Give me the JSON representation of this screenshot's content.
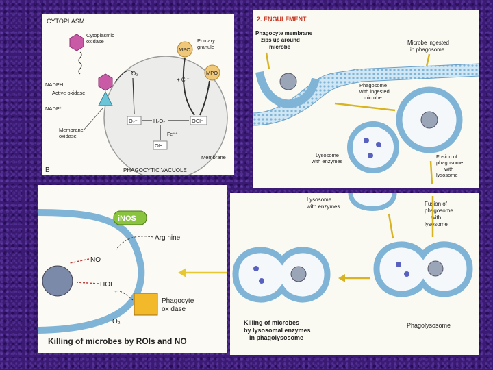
{
  "panel_b": {
    "cytoplasm": "CYTOPLASM",
    "cytoplasmic_oxidase": [
      "Cytoplasmic",
      "oxidase"
    ],
    "primary_granule": [
      "Primary",
      "granule"
    ],
    "mpo": "MPO",
    "o2": "O₂",
    "cl": "+ Cl⁻",
    "nadph": "NADPH",
    "active_oxidase": "Active oxidase",
    "nadp": "NADP⁺",
    "superoxide": "O₂⁻",
    "h2o2": "H₂O₂",
    "ocl": "OCl⁻",
    "fe": "Fe⁺⁺",
    "oh": "OH⁻",
    "membrane_oxidase": [
      "Membrane",
      "oxidase"
    ],
    "membrane": "Membrane",
    "label_b": "B",
    "vacuole": "PHAGOCYTIC VACUOLE"
  },
  "engulfment": {
    "title": "2. ENGULFMENT",
    "zips": [
      "Phagocyte membrane",
      "zips up around",
      "microbe"
    ],
    "ingested": [
      "Microbe ingested",
      "in phagosome"
    ],
    "phagosome": [
      "Phagosome",
      "with ingested",
      "microbe"
    ],
    "lysosome": [
      "Lysosome",
      "with enzymes"
    ],
    "fusion": [
      "Fusion of",
      "phagosome",
      "with",
      "lysosome"
    ]
  },
  "rois": {
    "inos": "iNOS",
    "arginine": "Arg nine",
    "no": "NO",
    "hoi": "HOI",
    "phagocyte_oxidase": [
      "Phagocyte",
      "ox dase"
    ],
    "o2": "O₂",
    "caption": "Killing of microbes by ROIs and NO"
  },
  "lysosomal": {
    "lysosome": [
      "Lysosome",
      "with enzymes"
    ],
    "fusion": [
      "Fusion of",
      "phagosome",
      "with",
      "lysosome"
    ],
    "killing": [
      "Killing of microbes",
      "by lysosomal enzymes",
      "in phagolysosome"
    ],
    "phagolysosome": "Phagolysosome"
  }
}
